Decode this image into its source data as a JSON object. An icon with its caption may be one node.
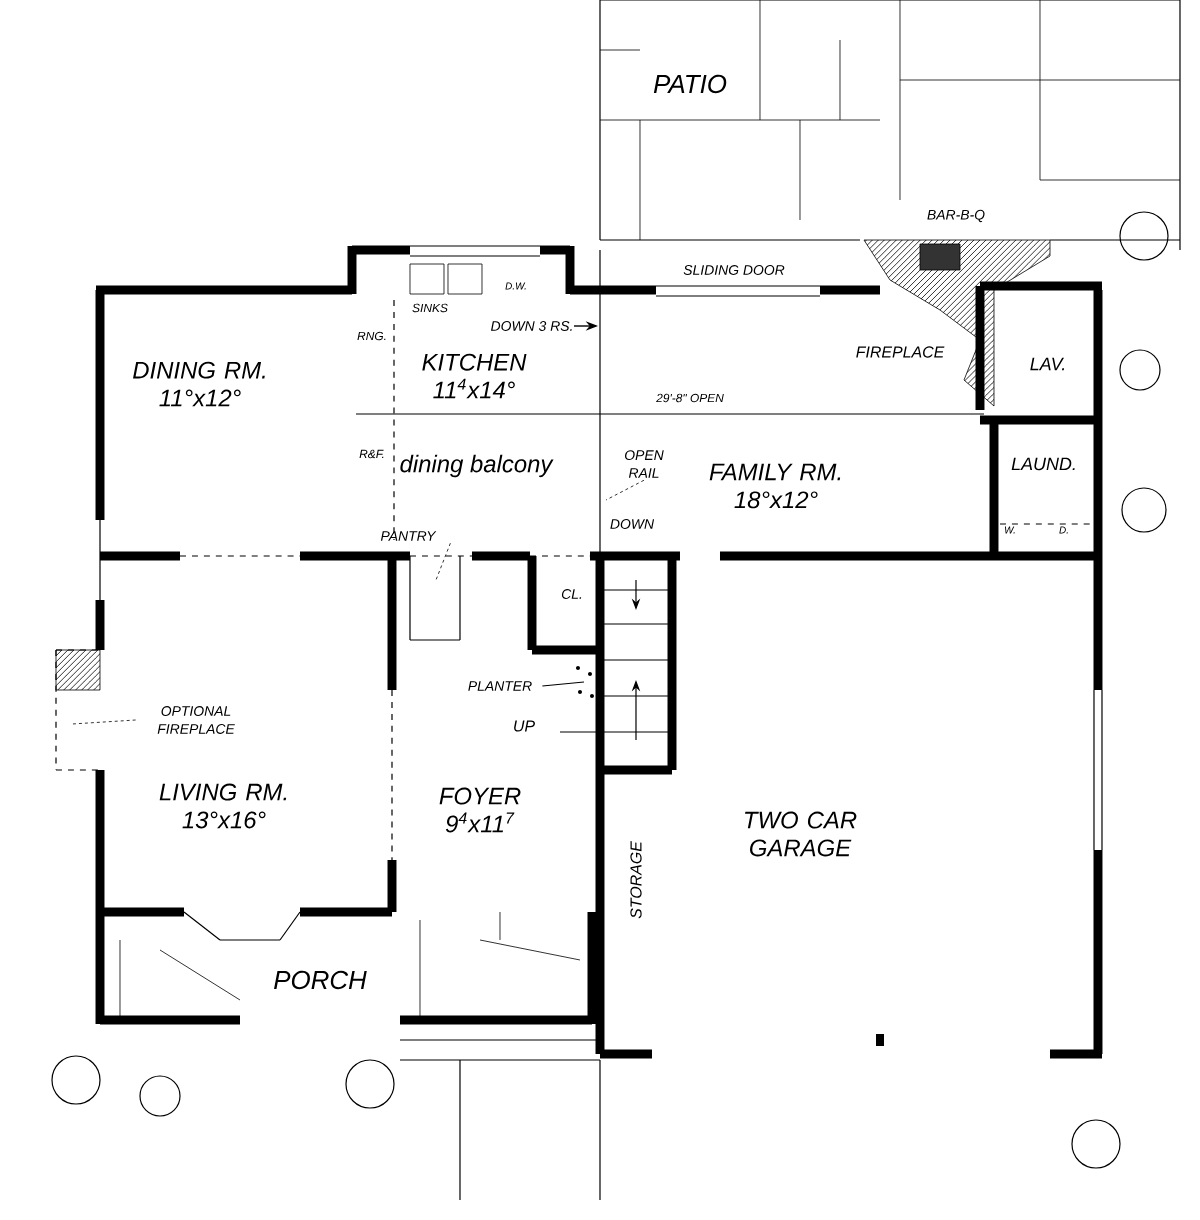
{
  "diagram": {
    "nodes": [
      {
        "text": [
          "PATIO"
        ]
      },
      {
        "text": [
          "DINING RM.",
          "11°x12°"
        ]
      },
      {
        "text": [
          "KITCHEN",
          "11$^{4}$x14°"
        ]
      },
      {
        "text": [
          "FAMILY RM.",
          "18°x12°"
        ]
      },
      {
        "text": [
          "LAV."
        ]
      },
      {
        "text": [
          "LAUND."
        ]
      },
      {
        "text": [
          "LIVING RM.",
          "13°x16°"
        ]
      },
      {
        "text": [
          "FOYER",
          "9$^{4}$x11$^{7}$"
        ]
      },
      {
        "text": [
          "TWO CAR GARAGE"
        ]
      },
      {
        "text": [
          "PORCH"
        ]
      },
      {
        "text": [
          "OPEN RAIL"
        ]
      },
      {
        "text": [
          "PANTRY"
        ]
      },
      {
        "text": [
          "OPTIONAL FIREPLACE"
        ]
      },
      {
        "text": [
          "PLANTER"
        ]
      }
    ],
    "edges": [
      {
        "from": 10,
        "to": null,
        "arrow": "none",
        "style": "dashed"
      },
      {
        "from": 11,
        "to": null,
        "arrow": "none",
        "style": "dashed"
      },
      {
        "from": 12,
        "to": null,
        "arrow": "none",
        "style": "dashed"
      },
      {
        "from": 13,
        "to": null,
        "arrow": "none"
      }
    ],
    "labels": [
      "BAR-B-Q",
      "SLIDING DOOR",
      "D.W.",
      "SINKS",
      "DOWN 3 RS.",
      "RNG.",
      "FIREPLACE",
      "29'-8\" OPEN",
      "R&F.",
      "dining balcony",
      "W.",
      "D.",
      "DOWN",
      "CL.",
      "UP",
      "STORAGE"
    ]
  }
}
